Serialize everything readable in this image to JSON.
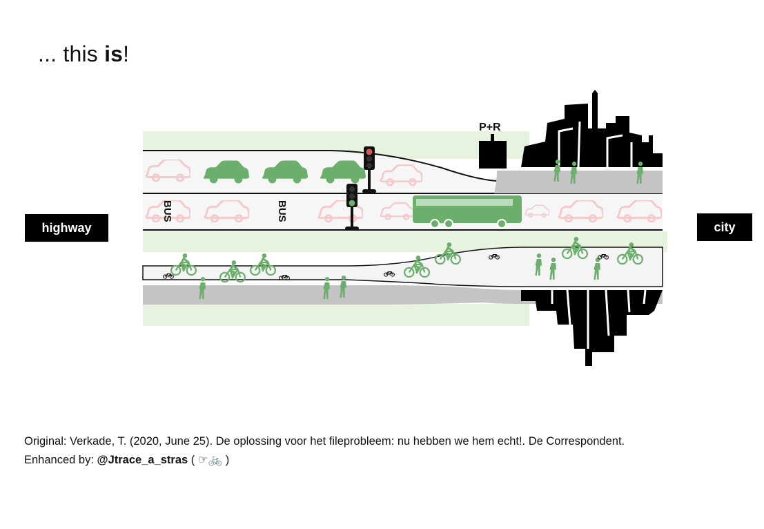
{
  "headline": {
    "prefix": "... this ",
    "bold": "is",
    "suffix": "!"
  },
  "labels": {
    "left": "highway",
    "right": "city",
    "park_ride": "P+R",
    "bus_lane_1": "BUS",
    "bus_lane_2": "BUS"
  },
  "credits": {
    "original": "Original: Verkade, T. (2020, June 25). De oplossing voor het fileprobleem: nu hebben we hem echt!. De Correspondent.",
    "enhanced_prefix": "Enhanced by: ",
    "enhanced_handle": "@Jtrace_a_stras",
    "enhanced_suffix": " ( ☞🚲 )"
  },
  "colors": {
    "green": "#6cae6c",
    "faded_red": "#f3c9c9",
    "road_gray": "#c4c4c4",
    "grass": "#e7f3df",
    "lane_bg": "#f4f4f4",
    "black": "#000000"
  },
  "traffic_lights": [
    {
      "lit": "red"
    },
    {
      "lit": "green"
    }
  ]
}
